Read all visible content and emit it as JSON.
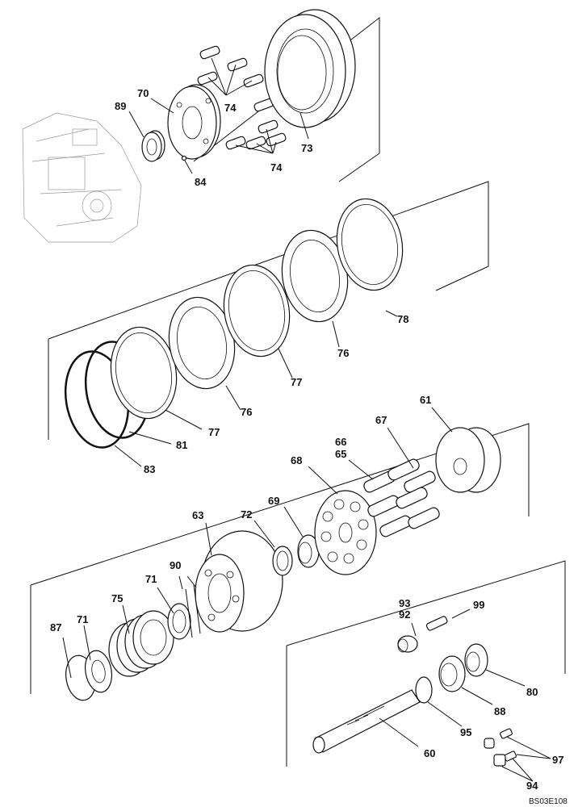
{
  "figure_code": "BS03E108",
  "labels": {
    "p60": "60",
    "p61": "61",
    "p63": "63",
    "p65": "65",
    "p66": "66",
    "p67": "67",
    "p68": "68",
    "p69": "69",
    "p70": "70",
    "p71a": "71",
    "p71b": "71",
    "p72": "72",
    "p73": "73",
    "p74a": "74",
    "p74b": "74",
    "p75": "75",
    "p76a": "76",
    "p76b": "76",
    "p77a": "77",
    "p77b": "77",
    "p78": "78",
    "p80": "80",
    "p81": "81",
    "p83": "83",
    "p84": "84",
    "p87": "87",
    "p88": "88",
    "p89": "89",
    "p90": "90",
    "p92": "92",
    "p93": "93",
    "p94": "94",
    "p95": "95",
    "p97": "97",
    "p99": "99"
  }
}
